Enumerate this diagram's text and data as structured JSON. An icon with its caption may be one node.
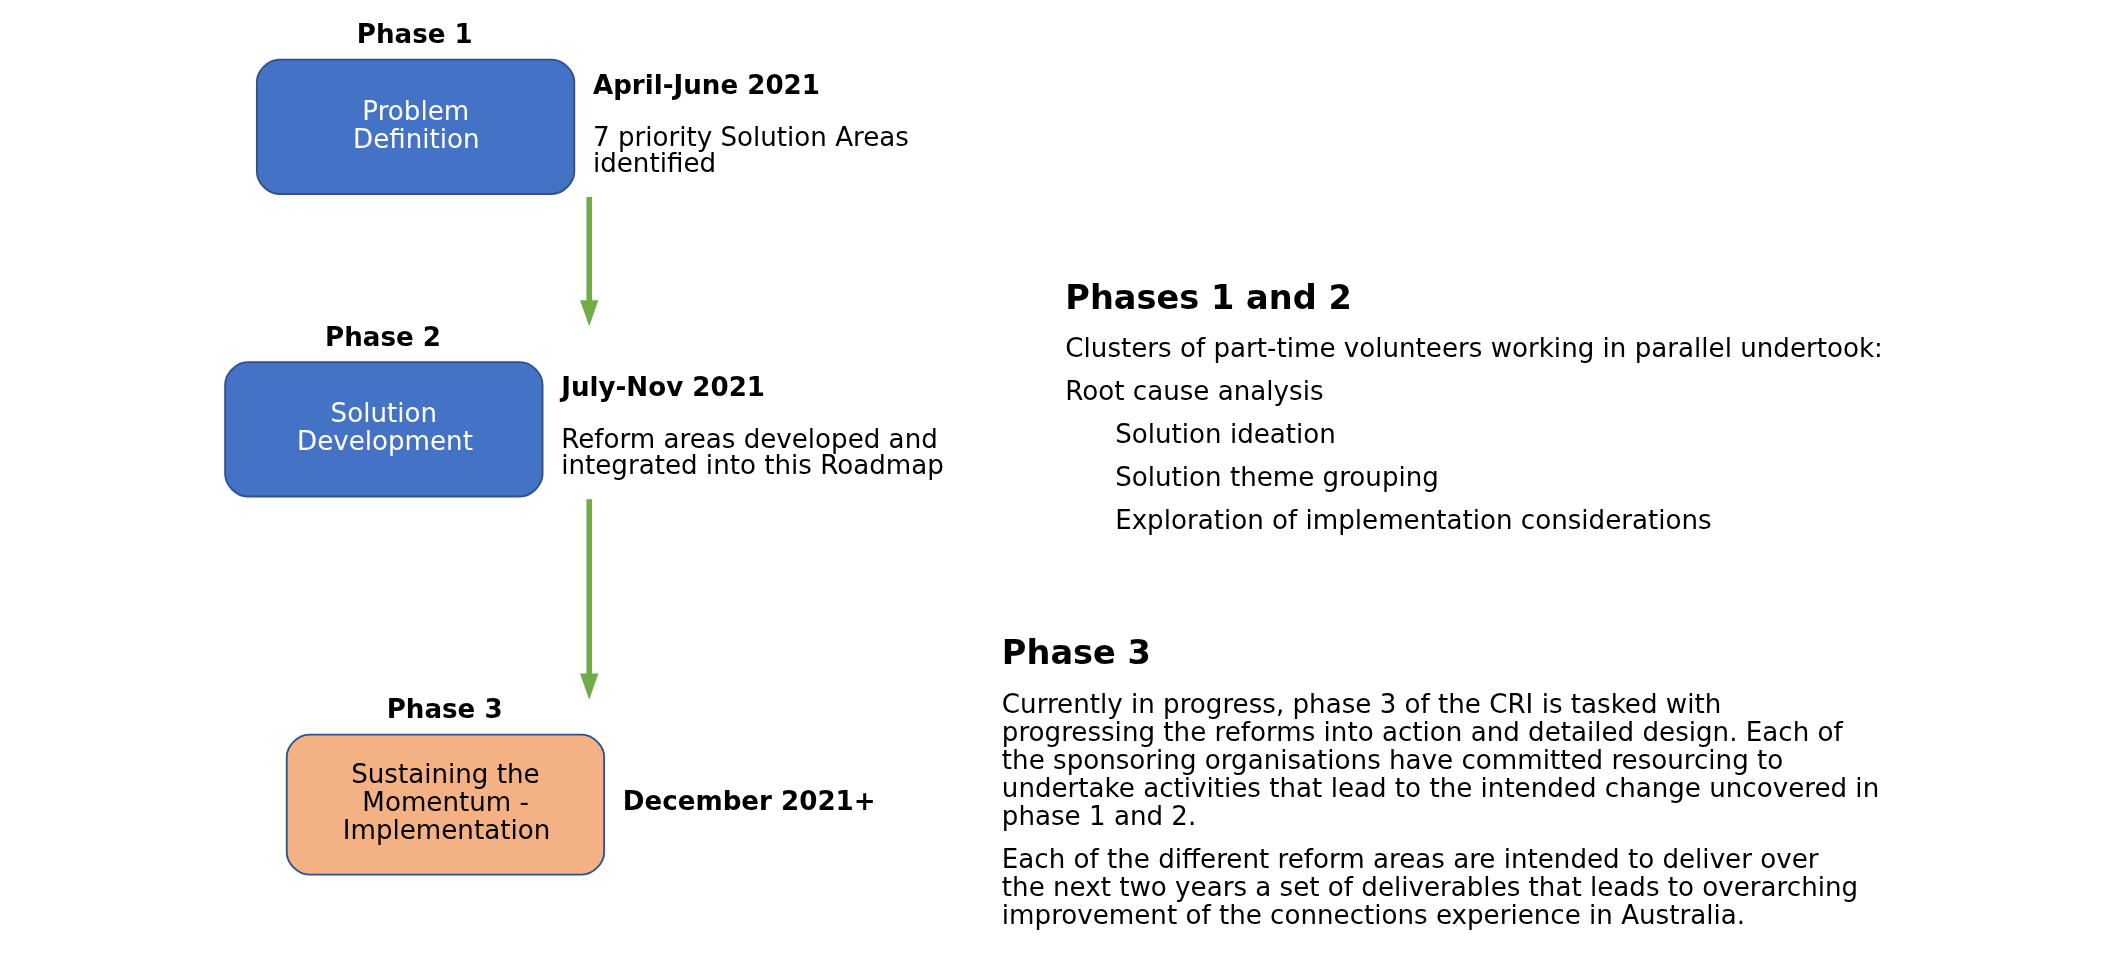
{
  "diagram": {
    "nodes": [
      {
        "text": [
          "Phase 1",
          "Problem Definition"
        ],
        "beside": [
          "April-June 2021",
          "7 priority Solution Areas identified"
        ]
      },
      {
        "text": [
          "Phase 2",
          "Solution Development"
        ],
        "beside": [
          "July-Nov 2021",
          "Reform areas developed and integrated into this Roadmap"
        ]
      },
      {
        "text": [
          "Phase 3",
          "Sustaining the Momentum - Implementation"
        ],
        "beside": [
          "December 2021+"
        ]
      }
    ],
    "edges": [
      {
        "from": 0,
        "to": 1,
        "arrow": "to"
      },
      {
        "from": 1,
        "to": 2,
        "arrow": "to"
      }
    ],
    "labels": [
      "Phases 1 and 2",
      "Clusters of part-time volunteers working in parallel undertook:",
      "Root cause analysis",
      "Solution ideation",
      "Solution theme grouping",
      "Exploration of implementation considerations",
      "Phase 3",
      "Currently in progress, phase 3 of the CRI is tasked with progressing the reforms into action and detailed design. Each of the sponsoring organisations have committed resourcing to undertake activities that lead to the intended change uncovered in phase 1 and 2.",
      "Each of the different reform areas are intended to deliver over the next two years a set of deliverables that leads to overarching improvement of the connections experience in Australia."
    ]
  }
}
